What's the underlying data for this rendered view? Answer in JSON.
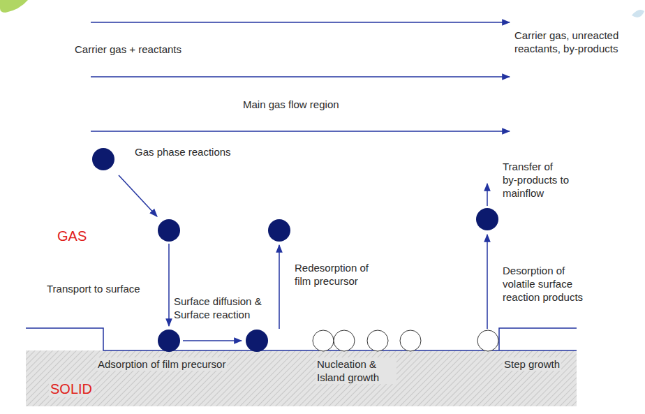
{
  "diagram": {
    "labels": [
      "Carrier gas + reactants",
      "Carrier gas, unreacted reactants, by-products",
      "Main gas flow region",
      "Gas phase reactions",
      "GAS",
      "Transport to surface",
      "Surface diffusion & Surface reaction",
      "Redesorption of film precursor",
      "Transfer of by-products to mainflow",
      "Desorption of volatile surface reaction products",
      "Adsorption of film precursor",
      "Nucleation & Island growth",
      "Step growth",
      "SOLID"
    ]
  }
}
